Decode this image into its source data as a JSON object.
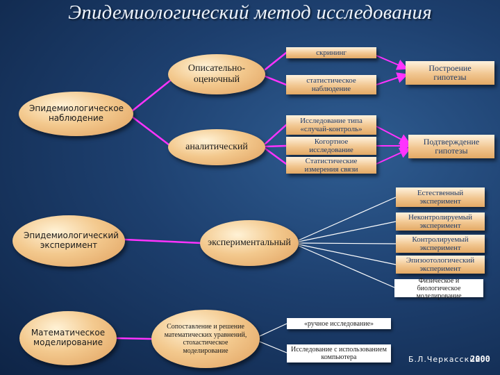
{
  "title": "Эпидемиологический метод исследования",
  "left_nodes": {
    "observation": "Эпидемиологическое наблюдение",
    "experiment": "Эпидемиологический эксперимент",
    "math_modeling": "Математическое моделирование"
  },
  "middle_nodes": {
    "descriptive": "Описательно-оценочный",
    "analytical": "аналитический",
    "experimental": "экспериментальный",
    "comparison": "Сопоставление и решение математических уравнений, стохастическое моделирование"
  },
  "boxes": {
    "screening": "скрининг",
    "statistical_observation": "статистическое наблюдение",
    "case_control": "Исследование типа «случай-контроль»",
    "cohort": "Когортное исследование",
    "statistical_measure": "Статистические измерения связи",
    "hypothesis_building": "Построение гипотезы",
    "hypothesis_confirm": "Подтверждение гипотезы",
    "natural_exp": "Естественный эксперимент",
    "uncontrolled_exp": "Неконтролируемый эксперимент",
    "controlled_exp": "Контролируемый эксперимент",
    "epizootological_exp": "Эпизоотологический эксперимент",
    "physical_bio_modeling": "Физическое и биологическое моделирование",
    "manual_research": "«ручное исследование»",
    "computer_research": "Исследование с использованием компьютера"
  },
  "footer": {
    "author": "Б.Л.Черкасский,",
    "year": "2000"
  },
  "colors": {
    "background": "#1d3f6e",
    "connector": "#ff33ff",
    "node_fill": "#f3c98e",
    "box_text": "#1f3a66"
  }
}
